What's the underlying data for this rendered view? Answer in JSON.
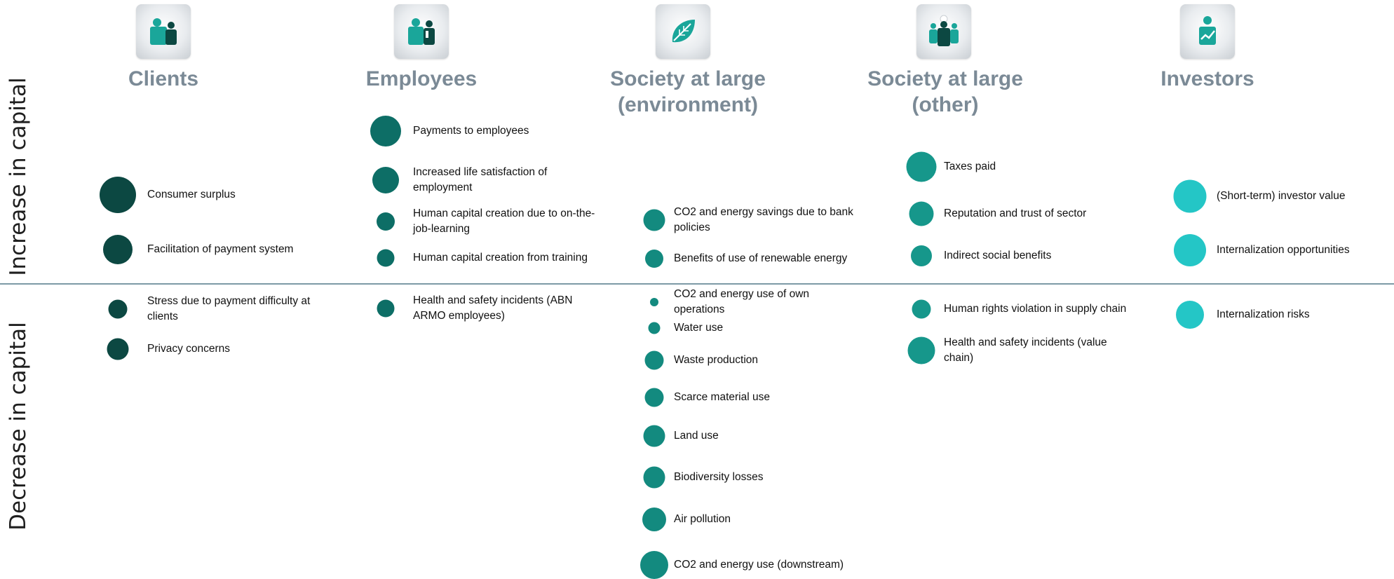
{
  "axis": {
    "increase_label": "Increase in capital",
    "decrease_label": "Decrease in capital"
  },
  "colors": {
    "clients": "#0c4842",
    "employees": "#0d6e66",
    "environment": "#138a7f",
    "other": "#16978b",
    "investors": "#24c6c6",
    "divider": "#7d9aa6",
    "title": "#7b8a96"
  },
  "columns": [
    {
      "key": "clients",
      "title_lines": [
        "Clients"
      ],
      "icon": "people-icon",
      "increase": [
        {
          "label": [
            "Consumer surplus"
          ],
          "size": 4.0
        },
        {
          "label": [
            "Facilitation of payment system"
          ],
          "size": 3.2
        }
      ],
      "decrease": [
        {
          "label": [
            "Stress due to payment difficulty at",
            "clients"
          ],
          "size": 2.1
        },
        {
          "label": [
            "Privacy concerns"
          ],
          "size": 2.4
        }
      ]
    },
    {
      "key": "employees",
      "title_lines": [
        "Employees"
      ],
      "icon": "team-icon",
      "increase": [
        {
          "label": [
            "Payments to employees"
          ],
          "size": 3.4
        },
        {
          "label": [
            "Increased life satisfaction of",
            "employment"
          ],
          "size": 2.9
        },
        {
          "label": [
            "Human capital creation due to on-the-",
            "job-learning"
          ],
          "size": 2.0
        },
        {
          "label": [
            "Human capital creation from training"
          ],
          "size": 1.9
        }
      ],
      "decrease": [
        {
          "label": [
            "Health and safety incidents (ABN",
            "ARMO employees)"
          ],
          "size": 1.9
        }
      ]
    },
    {
      "key": "environment",
      "title_lines": [
        "Society at large",
        "(environment)"
      ],
      "icon": "leaf-icon",
      "increase": [
        {
          "label": [
            "CO2 and energy savings due to bank",
            "policies"
          ],
          "size": 2.4
        },
        {
          "label": [
            "Benefits of use of renewable energy"
          ],
          "size": 2.0
        }
      ],
      "decrease": [
        {
          "label": [
            "CO2 and energy use of own",
            "operations"
          ],
          "size": 0.9
        },
        {
          "label": [
            "Water use"
          ],
          "size": 1.3
        },
        {
          "label": [
            "Waste production"
          ],
          "size": 2.1
        },
        {
          "label": [
            "Scarce material use"
          ],
          "size": 2.1
        },
        {
          "label": [
            "Land use"
          ],
          "size": 2.4
        },
        {
          "label": [
            "Biodiversity losses"
          ],
          "size": 2.4
        },
        {
          "label": [
            "Air pollution"
          ],
          "size": 2.6
        },
        {
          "label": [
            "CO2 and energy use (downstream)"
          ],
          "size": 3.1
        }
      ]
    },
    {
      "key": "other",
      "title_lines": [
        "Society at large",
        "(other)"
      ],
      "icon": "community-icon",
      "increase": [
        {
          "label": [
            "Taxes paid"
          ],
          "size": 3.3
        },
        {
          "label": [
            "Reputation  and trust of sector"
          ],
          "size": 2.7
        },
        {
          "label": [
            "Indirect social benefits"
          ],
          "size": 2.3
        }
      ],
      "decrease": [
        {
          "label": [
            "Human rights violation in supply chain"
          ],
          "size": 2.1
        },
        {
          "label": [
            "Health and safety incidents (value",
            "chain)"
          ],
          "size": 3.0
        }
      ]
    },
    {
      "key": "investors",
      "title_lines": [
        "Investors"
      ],
      "icon": "investor-icon",
      "increase": [
        {
          "label": [
            "(Short-term)  investor value"
          ],
          "size": 3.6
        },
        {
          "label": [
            "Internalization opportunities"
          ],
          "size": 3.5
        }
      ],
      "decrease": [
        {
          "label": [
            "Internalization risks"
          ],
          "size": 3.1
        }
      ]
    }
  ]
}
